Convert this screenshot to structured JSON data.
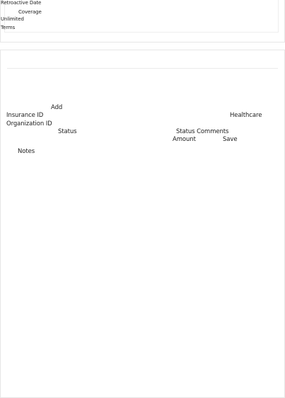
{
  "summary": {
    "retroactive_date_label": "Retroactive Date",
    "coverage_label": "Coverage",
    "coverage_value": "Unlimited",
    "terms_label": "Terms"
  },
  "form": {
    "add_label": "Add",
    "insurance_id_label": "Insurance ID",
    "healthcare_label": "Healthcare",
    "organization_id_label": "Organization ID",
    "status_label": "Status",
    "status_comments_label": "Status Comments",
    "amount_label": "Amount",
    "save_label": "Save",
    "notes_label": "Notes"
  }
}
